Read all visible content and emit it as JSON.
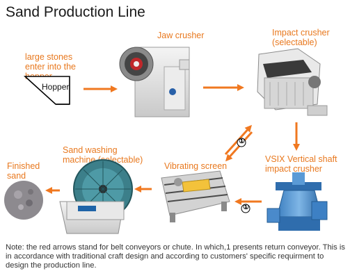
{
  "title": "Sand Production Line",
  "labels": {
    "input": "large stones enter into the hopper",
    "hopper": "Hopper",
    "jaw": "Jaw crusher",
    "impact": "Impact crusher (selectable)",
    "vsix": "VSIX Vertical shaft impact crusher",
    "vibrating": "Vibrating screen",
    "washing": "Sand washing machine (selectable)",
    "finished": "Finished sand",
    "return_marker": "①"
  },
  "note": "Note: the red arrows stand for belt conveyors or chute. In which,1 presents return conveyor. This is in accordance with traditional craft design and according to customers' specific requirment to design the production line.",
  "colors": {
    "arrow": "#f07820",
    "label": "#e8781e"
  }
}
